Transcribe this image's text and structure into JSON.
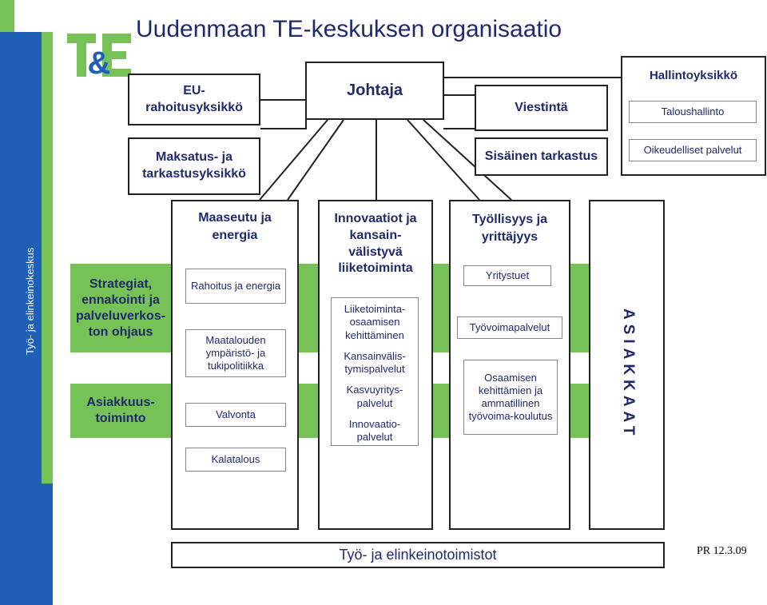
{
  "title": "Uudenmaan TE-keskuksen organisaatio",
  "side_label": "Työ- ja elinkeinokeskus",
  "logo": {
    "text": "T&E"
  },
  "top": {
    "eu": "EU-rahoitusyksikkö",
    "johtaja": "Johtaja",
    "viestinta": "Viestintä",
    "maksatus": "Maksatus- ja tarkastusyksikkö",
    "sisainen": "Sisäinen tarkastus",
    "hallinto": {
      "title": "Hallintoyksikkö",
      "items": [
        "Taloushallinto",
        "Oikeudelliset palvelut"
      ]
    }
  },
  "left": {
    "strategiat": "Strategiat, ennakointi ja palveluverkos-ton ohjaus",
    "asiakkuus": "Asiakkuus-toiminto"
  },
  "columns": [
    {
      "title": "Maaseutu ja energia",
      "items": [
        "Rahoitus ja energia",
        "Maatalouden ympäristö- ja tukipolitiikka",
        "Valvonta",
        "Kalatalous"
      ]
    },
    {
      "title": "Innovaatiot ja kansain-välistyvä liiketoiminta",
      "items": [
        "Liiketoiminta-osaamisen kehittäminen",
        "Kansainvälis-tymispalvelut",
        "Kasvuyritys-palvelut",
        "Innovaatio-palvelut"
      ]
    },
    {
      "title": "Työllisyys ja yrittäjyys",
      "items": [
        "Yritystuet",
        "Työvoimapalvelut",
        "Osaamisen kehittämien ja ammatillinen työvoima-koulutus"
      ]
    }
  ],
  "asiakkaat": "ASIAKKAAT",
  "bottom": "Työ- ja elinkeinotoimistot",
  "footer": "PR 12.3.09",
  "colors": {
    "green": "#77c257",
    "blue": "#1f5fb4",
    "dark_blue": "#1f2a6b"
  }
}
